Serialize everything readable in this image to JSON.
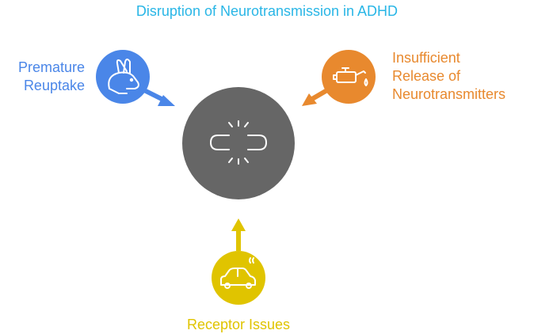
{
  "title": "Disruption of Neurotransmission in ADHD",
  "center": {
    "icon": "broken-link-icon"
  },
  "factors": [
    {
      "label": "Premature\nReuptake",
      "icon": "rabbit-icon",
      "color": "#4a86e8"
    },
    {
      "label": "Insufficient\nRelease of\nNeurotransmitters",
      "icon": "oil-can-icon",
      "color": "#e8892e"
    },
    {
      "label": "Receptor Issues",
      "icon": "car-icon",
      "color": "#e0c400"
    }
  ],
  "colors": {
    "title": "#29b6e6",
    "center": "#666666"
  }
}
